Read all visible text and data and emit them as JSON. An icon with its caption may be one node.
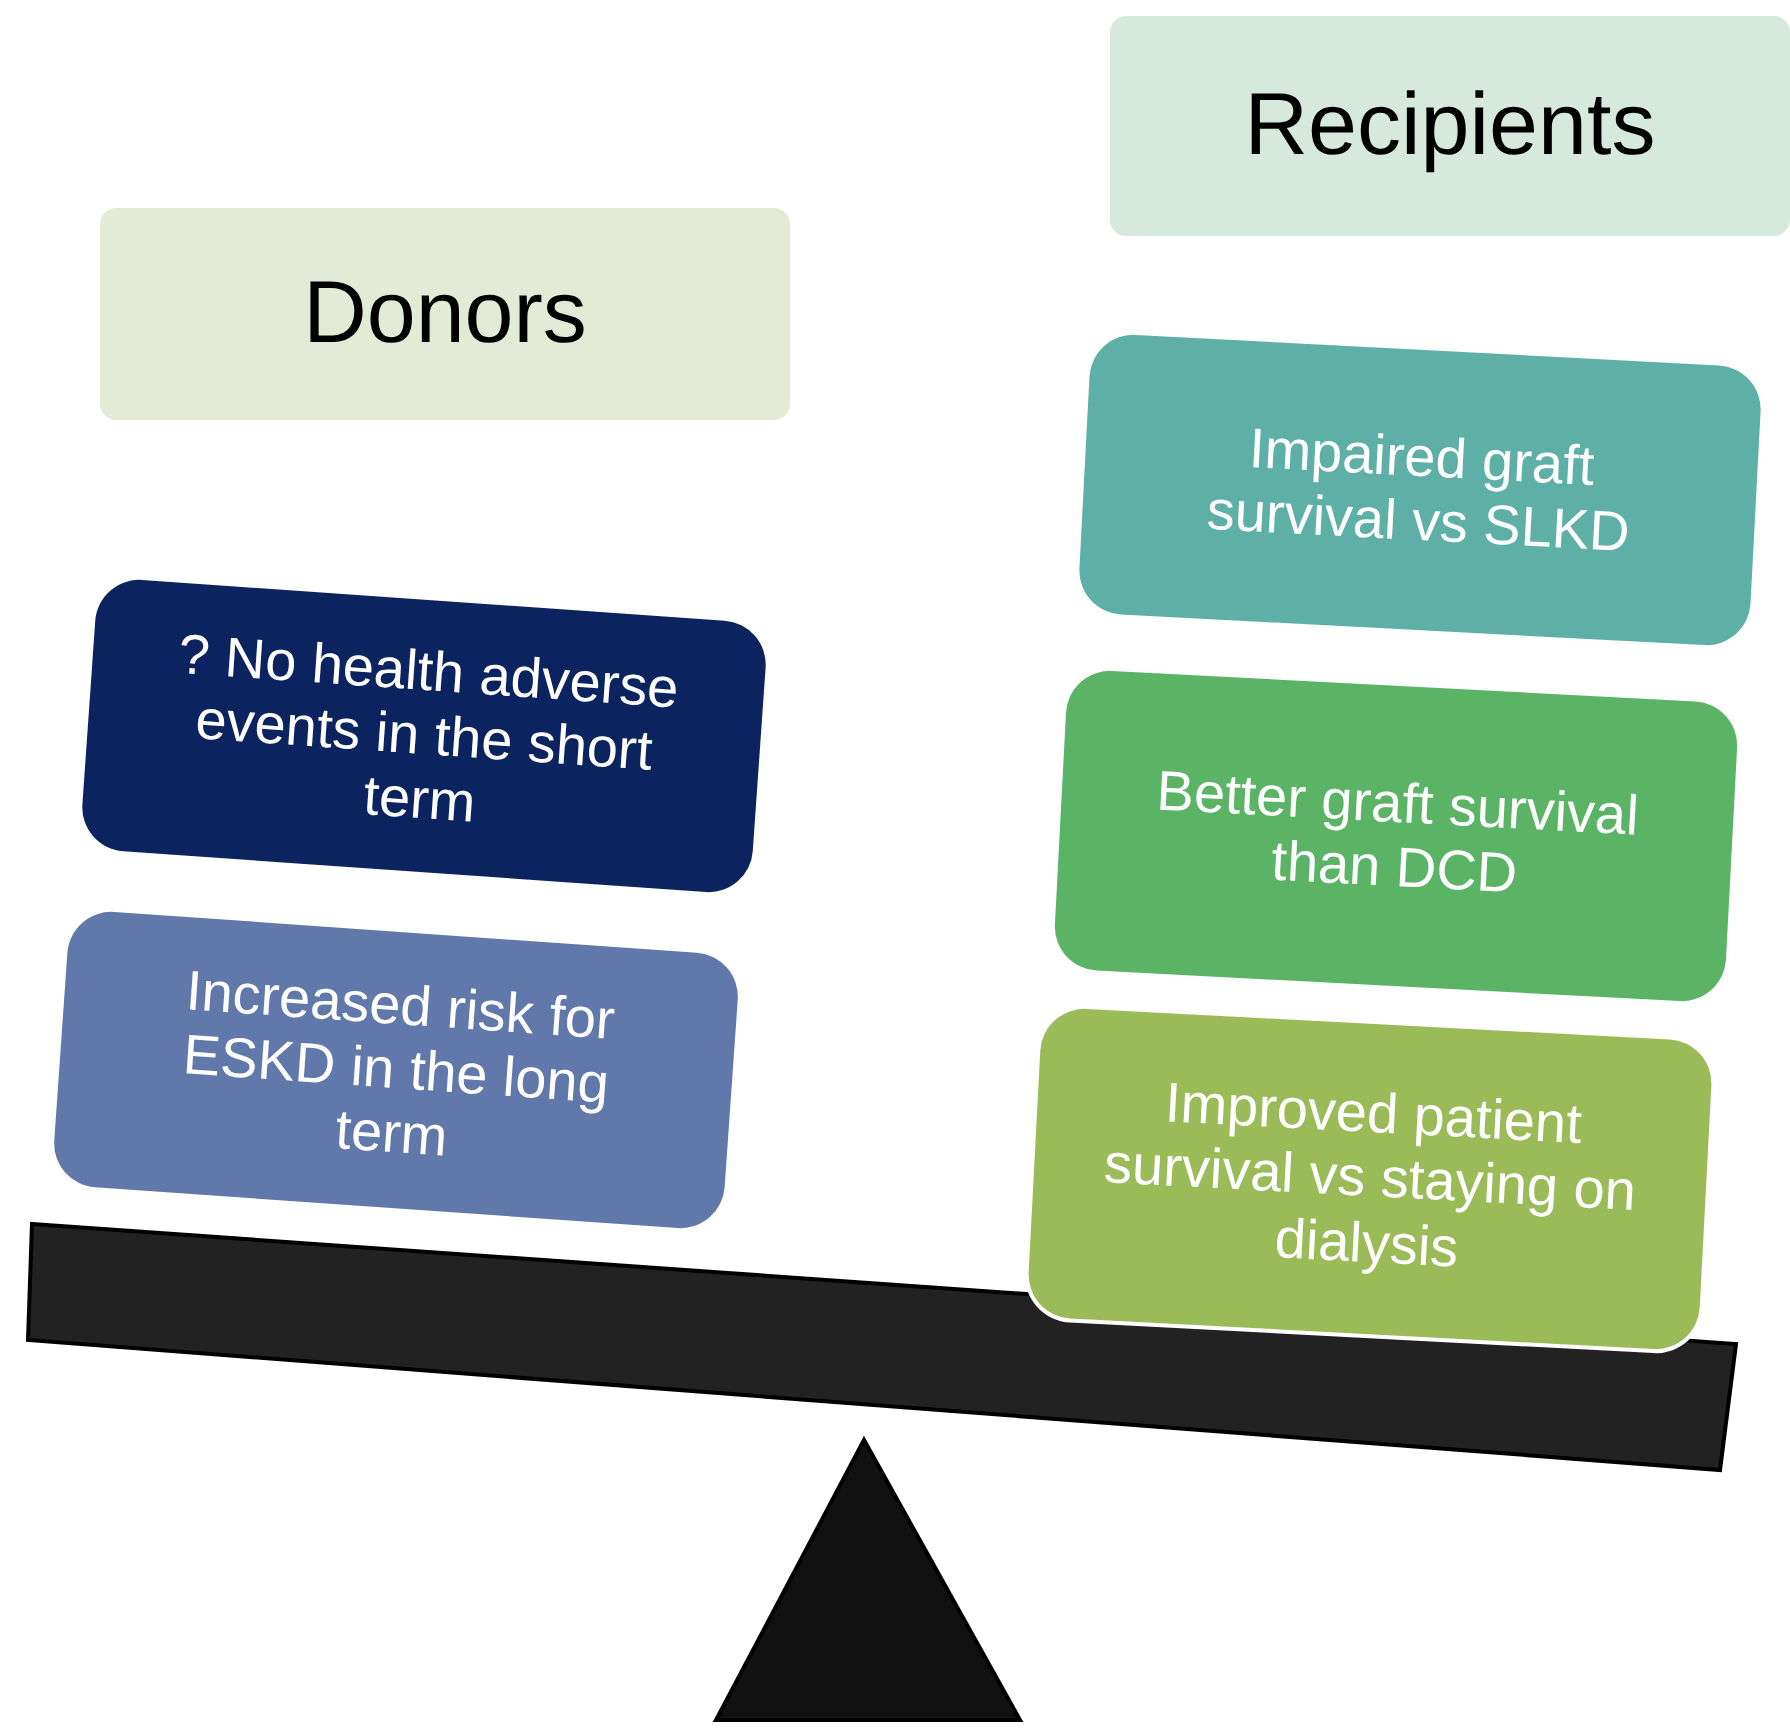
{
  "diagram": {
    "nodes": [
      {
        "text": [
          "Donors"
        ]
      },
      {
        "text": [
          "Recipients"
        ]
      },
      {
        "text": [
          "? No health adverse events in the short term"
        ]
      },
      {
        "text": [
          "Increased risk for ESKD in the long term"
        ]
      },
      {
        "text": [
          "Impaired graft survival vs SLKD"
        ]
      },
      {
        "text": [
          "Better graft survival than DCD"
        ]
      },
      {
        "text": [
          "Improved patient survival vs staying on dialysis"
        ]
      }
    ]
  }
}
